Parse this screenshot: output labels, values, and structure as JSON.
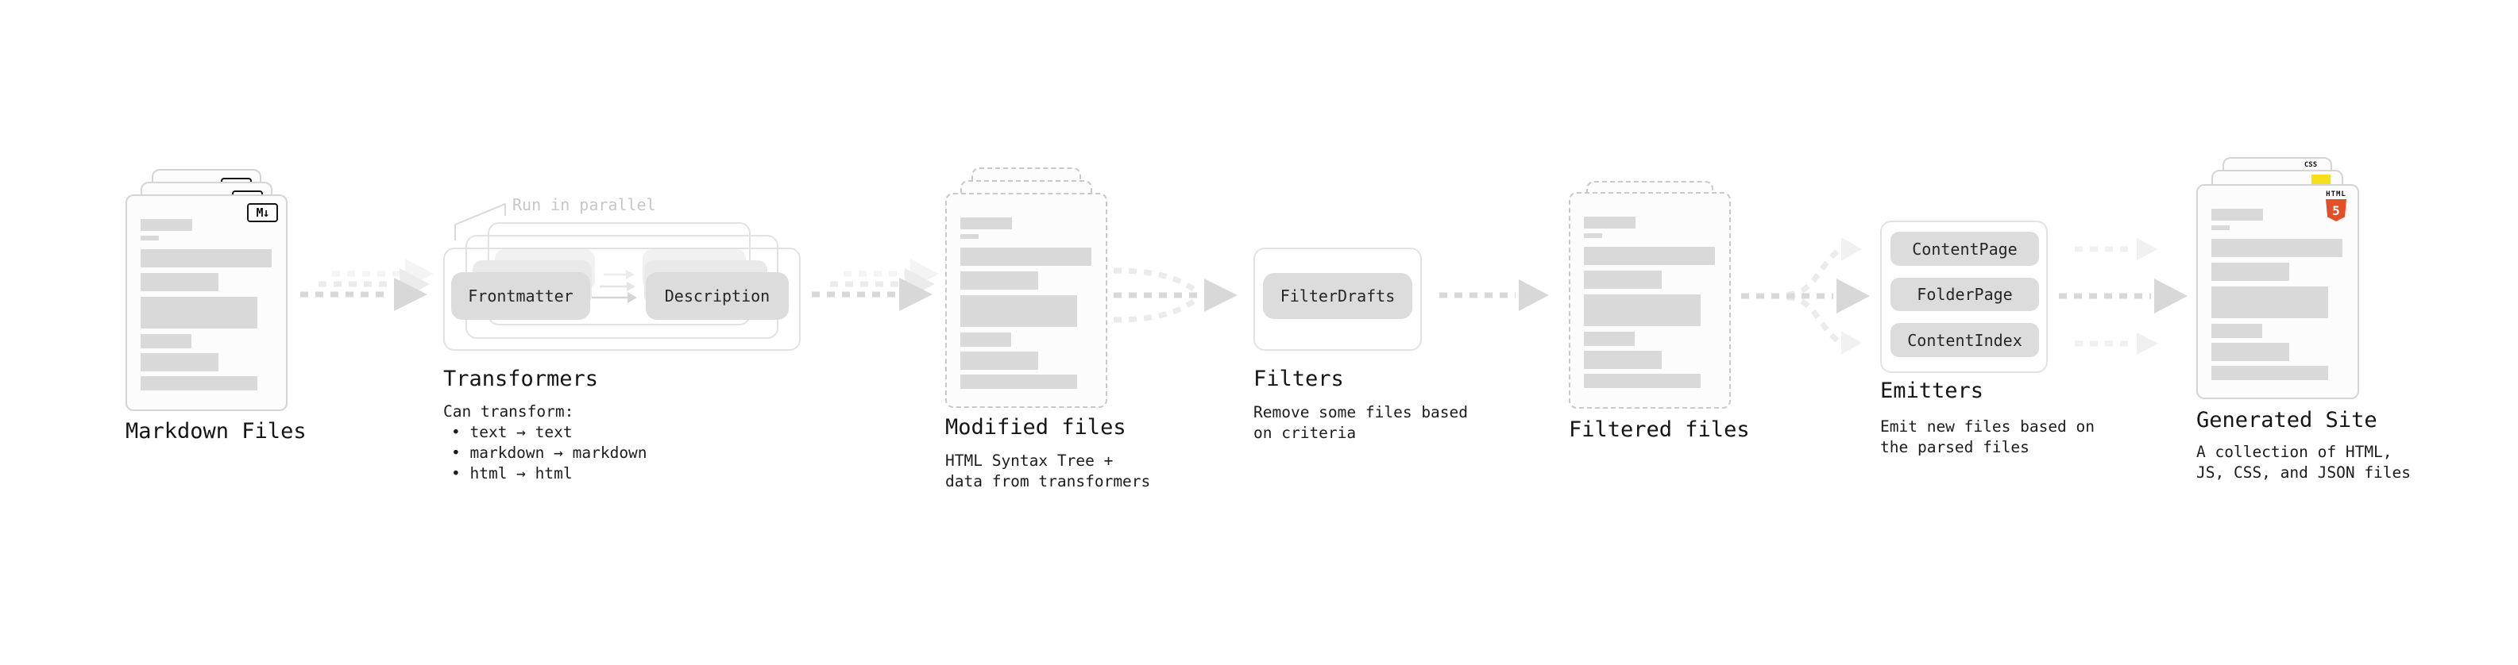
{
  "stages": {
    "markdown_files": {
      "title": "Markdown Files",
      "badge": "M↓"
    },
    "transformers": {
      "title": "Transformers",
      "callout": "Run in parallel",
      "pills": [
        "Frontmatter",
        "Description"
      ],
      "description": [
        "Can transform:",
        "• text → text",
        "• markdown → markdown",
        "• html → html"
      ]
    },
    "modified_files": {
      "title": "Modified files",
      "description": [
        "HTML Syntax Tree +",
        "data from transformers"
      ]
    },
    "filters": {
      "title": "Filters",
      "pill": "FilterDrafts",
      "description": [
        "Remove some files based",
        "on criteria"
      ]
    },
    "filtered_files": {
      "title": "Filtered files"
    },
    "emitters": {
      "title": "Emitters",
      "pills": [
        "ContentPage",
        "FolderPage",
        "ContentIndex"
      ],
      "description": [
        "Emit new files based on",
        "the parsed files"
      ]
    },
    "generated_site": {
      "title": "Generated Site",
      "description": [
        "A collection of HTML,",
        "JS, CSS, and JSON files"
      ],
      "badges": {
        "css": "CSS",
        "html_label": "HTML",
        "html_number": "5"
      }
    }
  },
  "colors": {
    "html5_orange": "#e34f26",
    "js_yellow": "#f7df1e",
    "css_blue": "#2f6fe4",
    "skeleton_bar": "#d9d9d9",
    "arrow_main": "#d8d8d8",
    "arrow_ghost": "#ebebeb"
  }
}
